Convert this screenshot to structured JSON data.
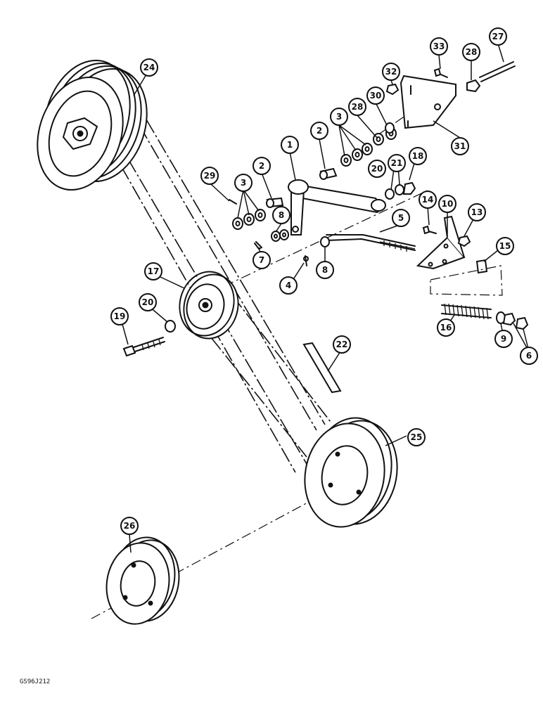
{
  "figure_code": "GS96J212",
  "callouts": [
    "1",
    "2",
    "3",
    "4",
    "5",
    "6",
    "7",
    "8",
    "9",
    "10",
    "13",
    "14",
    "15",
    "16",
    "17",
    "18",
    "19",
    "20",
    "21",
    "22",
    "24",
    "25",
    "26",
    "27",
    "28",
    "29",
    "30",
    "31",
    "32",
    "33"
  ]
}
